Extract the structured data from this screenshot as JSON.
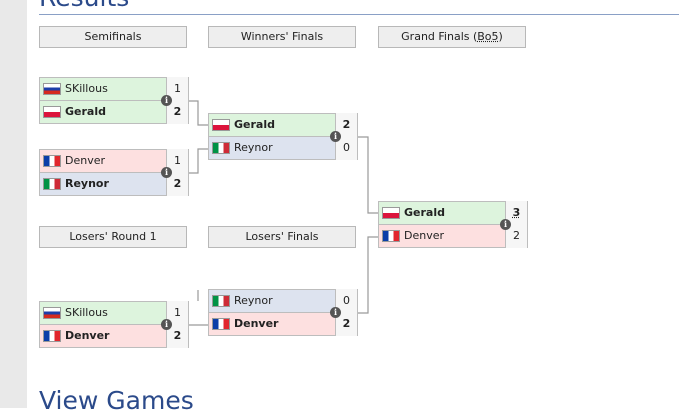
{
  "headings": {
    "results": "Results",
    "view_games": "View Games"
  },
  "round_headers": {
    "semifinals": "Semifinals",
    "winners_finals": "Winners' Finals",
    "grand_finals": "Grand Finals (",
    "grand_finals_format": "Bo5",
    "grand_finals_close": ")",
    "losers_round_1": "Losers' Round 1",
    "losers_finals": "Losers' Finals"
  },
  "info_glyph": "i",
  "matches": {
    "sf1": {
      "top": {
        "name": "SKillous",
        "flag": "ru",
        "score": "1"
      },
      "bottom": {
        "name": "Gerald",
        "flag": "pl",
        "score": "2"
      }
    },
    "sf2": {
      "top": {
        "name": "Denver",
        "flag": "fr",
        "score": "1"
      },
      "bottom": {
        "name": "Reynor",
        "flag": "it",
        "score": "2"
      }
    },
    "wf": {
      "top": {
        "name": "Gerald",
        "flag": "pl",
        "score": "2"
      },
      "bottom": {
        "name": "Reynor",
        "flag": "it",
        "score": "0"
      }
    },
    "gf": {
      "top": {
        "name": "Gerald",
        "flag": "pl",
        "score": "3"
      },
      "bottom": {
        "name": "Denver",
        "flag": "fr",
        "score": "2"
      }
    },
    "lr1": {
      "top": {
        "name": "SKillous",
        "flag": "ru",
        "score": "1"
      },
      "bottom": {
        "name": "Denver",
        "flag": "fr",
        "score": "2"
      }
    },
    "lf": {
      "top": {
        "name": "Reynor",
        "flag": "it",
        "score": "0"
      },
      "bottom": {
        "name": "Denver",
        "flag": "fr",
        "score": "2"
      }
    }
  },
  "colors": {
    "winner_bg": "#ddf4dd",
    "loser_bg": "#fde0e0",
    "neutral_bg": "#dde3ef",
    "heading": "#2b4a8a",
    "connector": "#9a9a9a"
  }
}
